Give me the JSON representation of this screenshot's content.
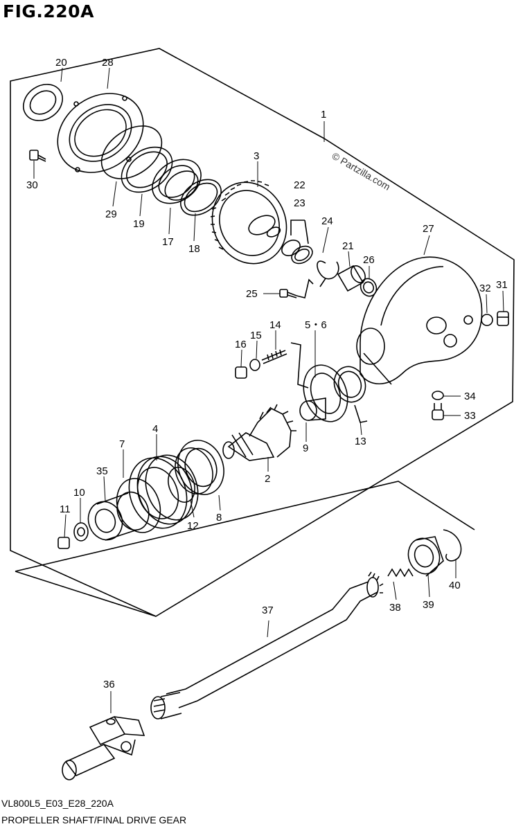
{
  "figure": {
    "title": "FIG.220A",
    "model_code": "VL800L5_E03_E28_220A",
    "caption": "PROPELLER SHAFT/FINAL DRIVE GEAR",
    "watermark": "© Partzilla.com"
  },
  "callouts": {
    "c1": "1",
    "c2": "2",
    "c3": "3",
    "c4": "4",
    "c56": "5・6",
    "c7": "7",
    "c8": "8",
    "c9": "9",
    "c10": "10",
    "c11": "11",
    "c12": "12",
    "c13": "13",
    "c14": "14",
    "c15": "15",
    "c16": "16",
    "c17": "17",
    "c18": "18",
    "c19": "19",
    "c20": "20",
    "c21": "21",
    "c22": "22",
    "c23": "23",
    "c24": "24",
    "c25": "25",
    "c26": "26",
    "c27": "27",
    "c28": "28",
    "c29": "29",
    "c30": "30",
    "c31": "31",
    "c32": "32",
    "c33": "33",
    "c34": "34",
    "c35": "35",
    "c36": "36",
    "c37": "37",
    "c38": "38",
    "c39": "39",
    "c40": "40"
  }
}
